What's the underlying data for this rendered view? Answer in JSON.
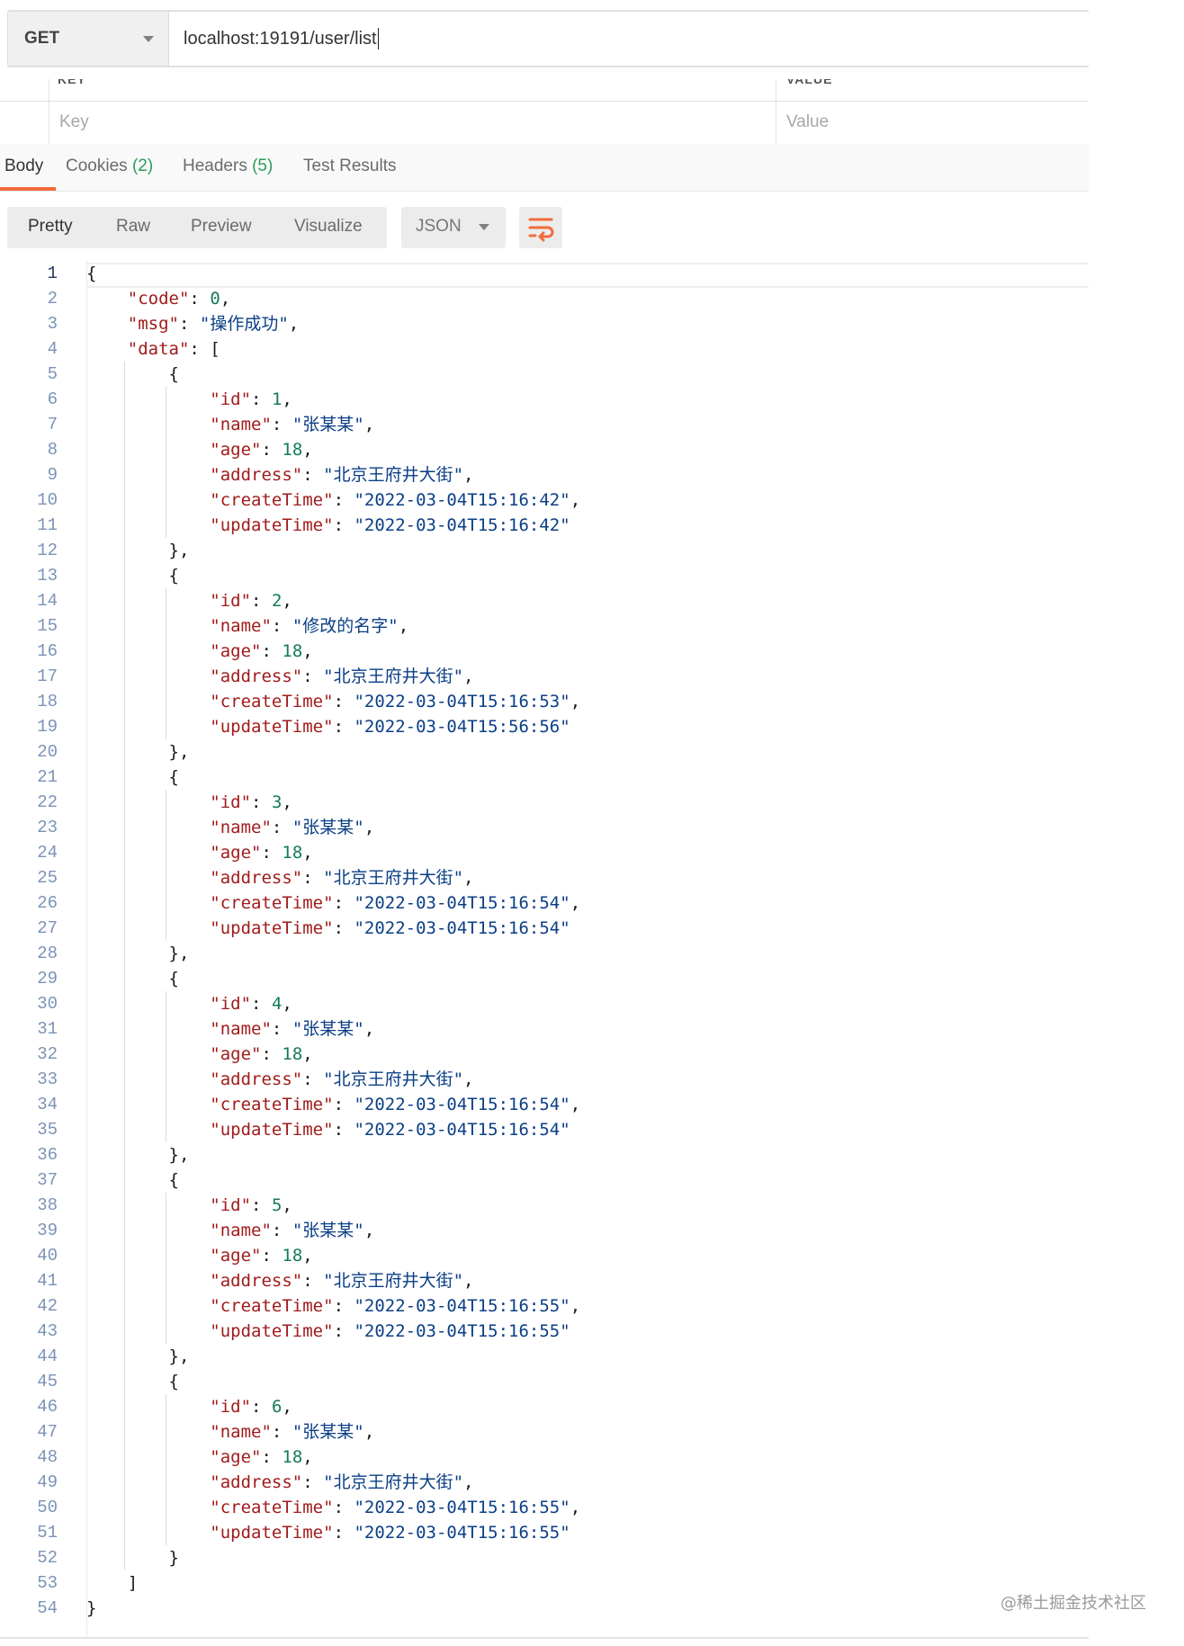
{
  "request": {
    "method": "GET",
    "url": "localhost:19191/user/list"
  },
  "params": {
    "header_key": "KEY",
    "header_value": "VALUE",
    "key_placeholder": "Key",
    "value_placeholder": "Value"
  },
  "response_tabs": [
    {
      "label": "Body",
      "count": ""
    },
    {
      "label": "Cookies",
      "count": "(2)"
    },
    {
      "label": "Headers",
      "count": "(5)"
    },
    {
      "label": "Test Results",
      "count": ""
    }
  ],
  "format_buttons": [
    "Pretty",
    "Raw",
    "Preview",
    "Visualize"
  ],
  "language": "JSON",
  "icons": {
    "method_caret": "chevron-down-icon",
    "language_caret": "chevron-down-icon",
    "wrap": "wrap-lines-icon"
  },
  "colors": {
    "accent": "#f26b3a",
    "count": "#2a9d5a",
    "json_key": "#a11b1b",
    "json_string": "#0b3f86",
    "json_number": "#15795c"
  },
  "response_lines": [
    "{",
    "    \"code\": 0,",
    "    \"msg\": \"操作成功\",",
    "    \"data\": [",
    "        {",
    "            \"id\": 1,",
    "            \"name\": \"张某某\",",
    "            \"age\": 18,",
    "            \"address\": \"北京王府井大街\",",
    "            \"createTime\": \"2022-03-04T15:16:42\",",
    "            \"updateTime\": \"2022-03-04T15:16:42\"",
    "        },",
    "        {",
    "            \"id\": 2,",
    "            \"name\": \"修改的名字\",",
    "            \"age\": 18,",
    "            \"address\": \"北京王府井大街\",",
    "            \"createTime\": \"2022-03-04T15:16:53\",",
    "            \"updateTime\": \"2022-03-04T15:56:56\"",
    "        },",
    "        {",
    "            \"id\": 3,",
    "            \"name\": \"张某某\",",
    "            \"age\": 18,",
    "            \"address\": \"北京王府井大街\",",
    "            \"createTime\": \"2022-03-04T15:16:54\",",
    "            \"updateTime\": \"2022-03-04T15:16:54\"",
    "        },",
    "        {",
    "            \"id\": 4,",
    "            \"name\": \"张某某\",",
    "            \"age\": 18,",
    "            \"address\": \"北京王府井大街\",",
    "            \"createTime\": \"2022-03-04T15:16:54\",",
    "            \"updateTime\": \"2022-03-04T15:16:54\"",
    "        },",
    "        {",
    "            \"id\": 5,",
    "            \"name\": \"张某某\",",
    "            \"age\": 18,",
    "            \"address\": \"北京王府井大街\",",
    "            \"createTime\": \"2022-03-04T15:16:55\",",
    "            \"updateTime\": \"2022-03-04T15:16:55\"",
    "        },",
    "        {",
    "            \"id\": 6,",
    "            \"name\": \"张某某\",",
    "            \"age\": 18,",
    "            \"address\": \"北京王府井大街\",",
    "            \"createTime\": \"2022-03-04T15:16:55\",",
    "            \"updateTime\": \"2022-03-04T15:16:55\"",
    "        }",
    "    ]",
    "}"
  ],
  "watermark": "@稀土掘金技术社区"
}
